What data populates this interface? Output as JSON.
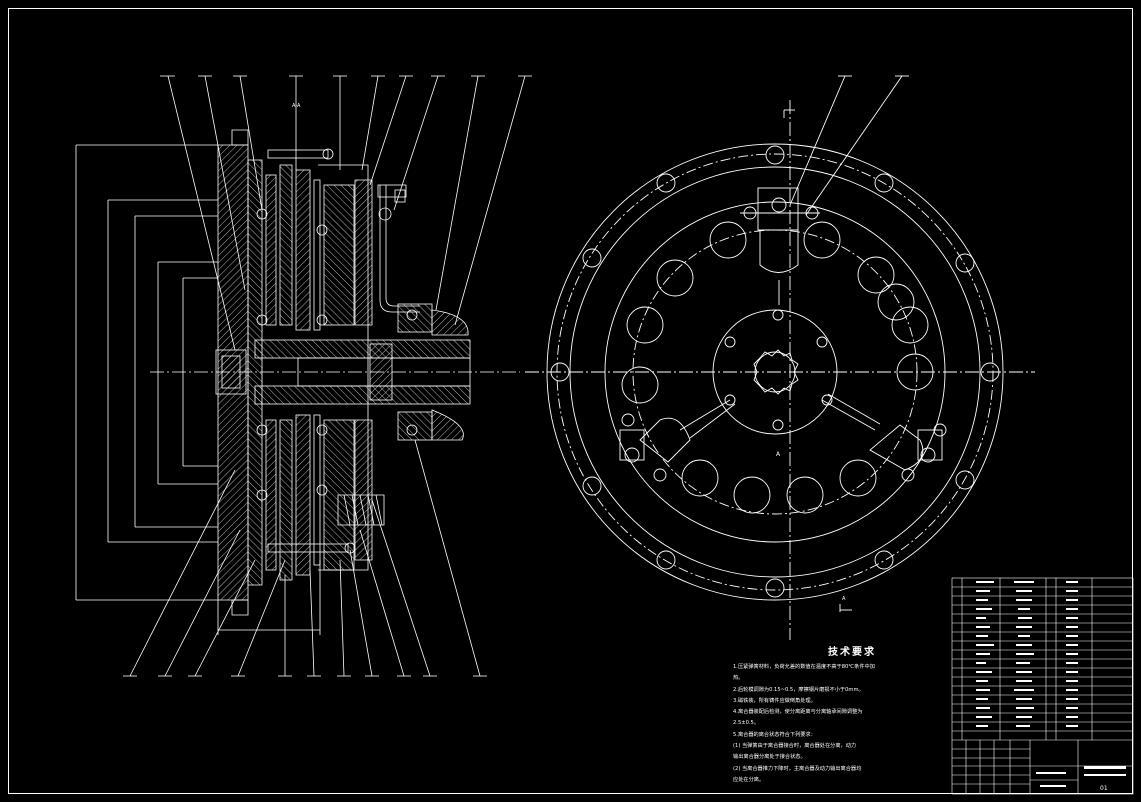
{
  "technical_requirements": {
    "title": "技术要求",
    "items": [
      "1.压紧弹簧材料，负荷允差的数值在温度不高于80℃条件中加",
      "热。",
      "2.后轮模调隙为0.15~0.5，摩擦钢片磨损不小于0mm。",
      "3.磁铁装，所有铸件应做倒角处理。",
      "4.离合器装配后检测，使分离距离与分离轴承间隙调整为",
      "2.5±0.5。",
      "5.离合器的离合状态符合下列要求：",
      "(1) 当弹簧由于离合器接合时，离合器处在分离，动力",
      "输出离合器分离处于接合状态。",
      "(2) 当离合器推力下降时，主离合器及动力输出离合器均",
      "应处在分离。"
    ]
  },
  "title_block": {
    "sheet_number": "01"
  },
  "section_marks": {
    "a": "A-A",
    "b": "A",
    "c": "A"
  },
  "colors": {
    "background": "#000000",
    "lines": "#ffffff",
    "hatch": "#ffffff"
  }
}
